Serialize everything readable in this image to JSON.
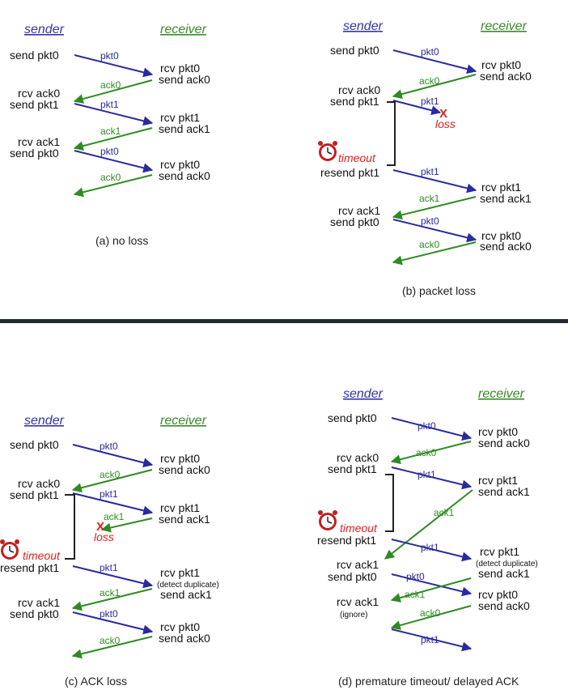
{
  "colors": {
    "pkt": "#2a2aa0",
    "ack": "#2e8b22",
    "sender_header": "#3333aa",
    "receiver_header": "#3a8a2a",
    "loss": "#e02020",
    "divider": "#222a33",
    "timer": "#222222"
  },
  "panels": {
    "a": {
      "caption": "(a) no loss",
      "sender": "sender",
      "receiver": "receiver",
      "send_pkt0": "send pkt0",
      "rcv_pkt0": "rcv pkt0",
      "send_ack0": "send ack0",
      "rcv_ack0": "rcv ack0",
      "send_pkt1": "send pkt1",
      "rcv_pkt1": "rcv pkt1",
      "send_ack1": "send ack1",
      "rcv_ack1": "rcv ack1",
      "send_pkt0_b": "send pkt0",
      "rcv_pkt0_b": "rcv pkt0",
      "send_ack0_b": "send ack0",
      "m_pkt0": "pkt0",
      "m_ack0": "ack0",
      "m_pkt1": "pkt1",
      "m_ack1": "ack1",
      "m_pkt0_b": "pkt0",
      "m_ack0_b": "ack0"
    },
    "b": {
      "caption": "(b) packet loss",
      "sender": "sender",
      "receiver": "receiver",
      "send_pkt0": "send pkt0",
      "rcv_pkt0": "rcv pkt0",
      "send_ack0": "send ack0",
      "rcv_ack0": "rcv ack0",
      "send_pkt1": "send pkt1",
      "loss_mark": "X",
      "loss": "loss",
      "timeout": "timeout",
      "resend_pkt1": "resend pkt1",
      "rcv_pkt1": "rcv pkt1",
      "send_ack1": "send ack1",
      "rcv_ack1": "rcv ack1",
      "send_pkt0_b": "send pkt0",
      "rcv_pkt0_b": "rcv pkt0",
      "send_ack0_b": "send ack0",
      "m_pkt0": "pkt0",
      "m_ack0": "ack0",
      "m_pkt1": "pkt1",
      "m_pkt1_b": "pkt1",
      "m_ack1": "ack1",
      "m_pkt0_b": "pkt0",
      "m_ack0_b": "ack0"
    },
    "c": {
      "caption": "(c) ACK loss",
      "sender": "sender",
      "receiver": "receiver",
      "send_pkt0": "send pkt0",
      "rcv_pkt0": "rcv pkt0",
      "send_ack0": "send ack0",
      "rcv_ack0": "rcv ack0",
      "send_pkt1": "send pkt1",
      "rcv_pkt1": "rcv pkt1",
      "send_ack1": "send ack1",
      "loss_mark": "X",
      "loss": "loss",
      "timeout": "timeout",
      "resend_pkt1": "resend pkt1",
      "rcv_pkt1_b": "rcv pkt1",
      "detect_duplicate": "(detect duplicate)",
      "send_ack1_b": "send ack1",
      "rcv_ack1": "rcv ack1",
      "send_pkt0_b": "send pkt0",
      "rcv_pkt0_b": "rcv pkt0",
      "send_ack0_b": "send ack0",
      "m_pkt0": "pkt0",
      "m_ack0": "ack0",
      "m_pkt1": "pkt1",
      "m_ack1": "ack1",
      "m_pkt1_b": "pkt1",
      "m_ack1_b": "ack1",
      "m_pkt0_b": "pkt0",
      "m_ack0_b": "ack0"
    },
    "d": {
      "caption": "(d) premature timeout/ delayed ACK",
      "sender": "sender",
      "receiver": "receiver",
      "send_pkt0": "send pkt0",
      "rcv_pkt0": "rcv pkt0",
      "send_ack0": "send ack0",
      "rcv_ack0": "rcv ack0",
      "send_pkt1": "send pkt1",
      "rcv_pkt1": "rcv pkt1",
      "send_ack1": "send ack1",
      "timeout": "timeout",
      "resend_pkt1": "resend pkt1",
      "rcv_ack1": "rcv ack1",
      "send_pkt0_b": "send pkt0",
      "rcv_pkt1_b": "rcv pkt1",
      "detect_duplicate": "(detect duplicate)",
      "send_ack1_b": "send ack1",
      "rcv_pkt0_b": "rcv pkt0",
      "send_ack0_b": "send ack0",
      "rcv_ack1_b": "rcv ack1",
      "ignore": "(ignore)",
      "m_pkt0": "pkt0",
      "m_ack0": "ack0",
      "m_pkt1": "pkt1",
      "m_ack1": "ack1",
      "m_pkt1_b": "pkt1",
      "m_pkt0_b": "pkt0",
      "m_ack1_b": "ack1",
      "m_ack0_b": "ack0",
      "m_pkt1_c": "pkt1"
    }
  }
}
